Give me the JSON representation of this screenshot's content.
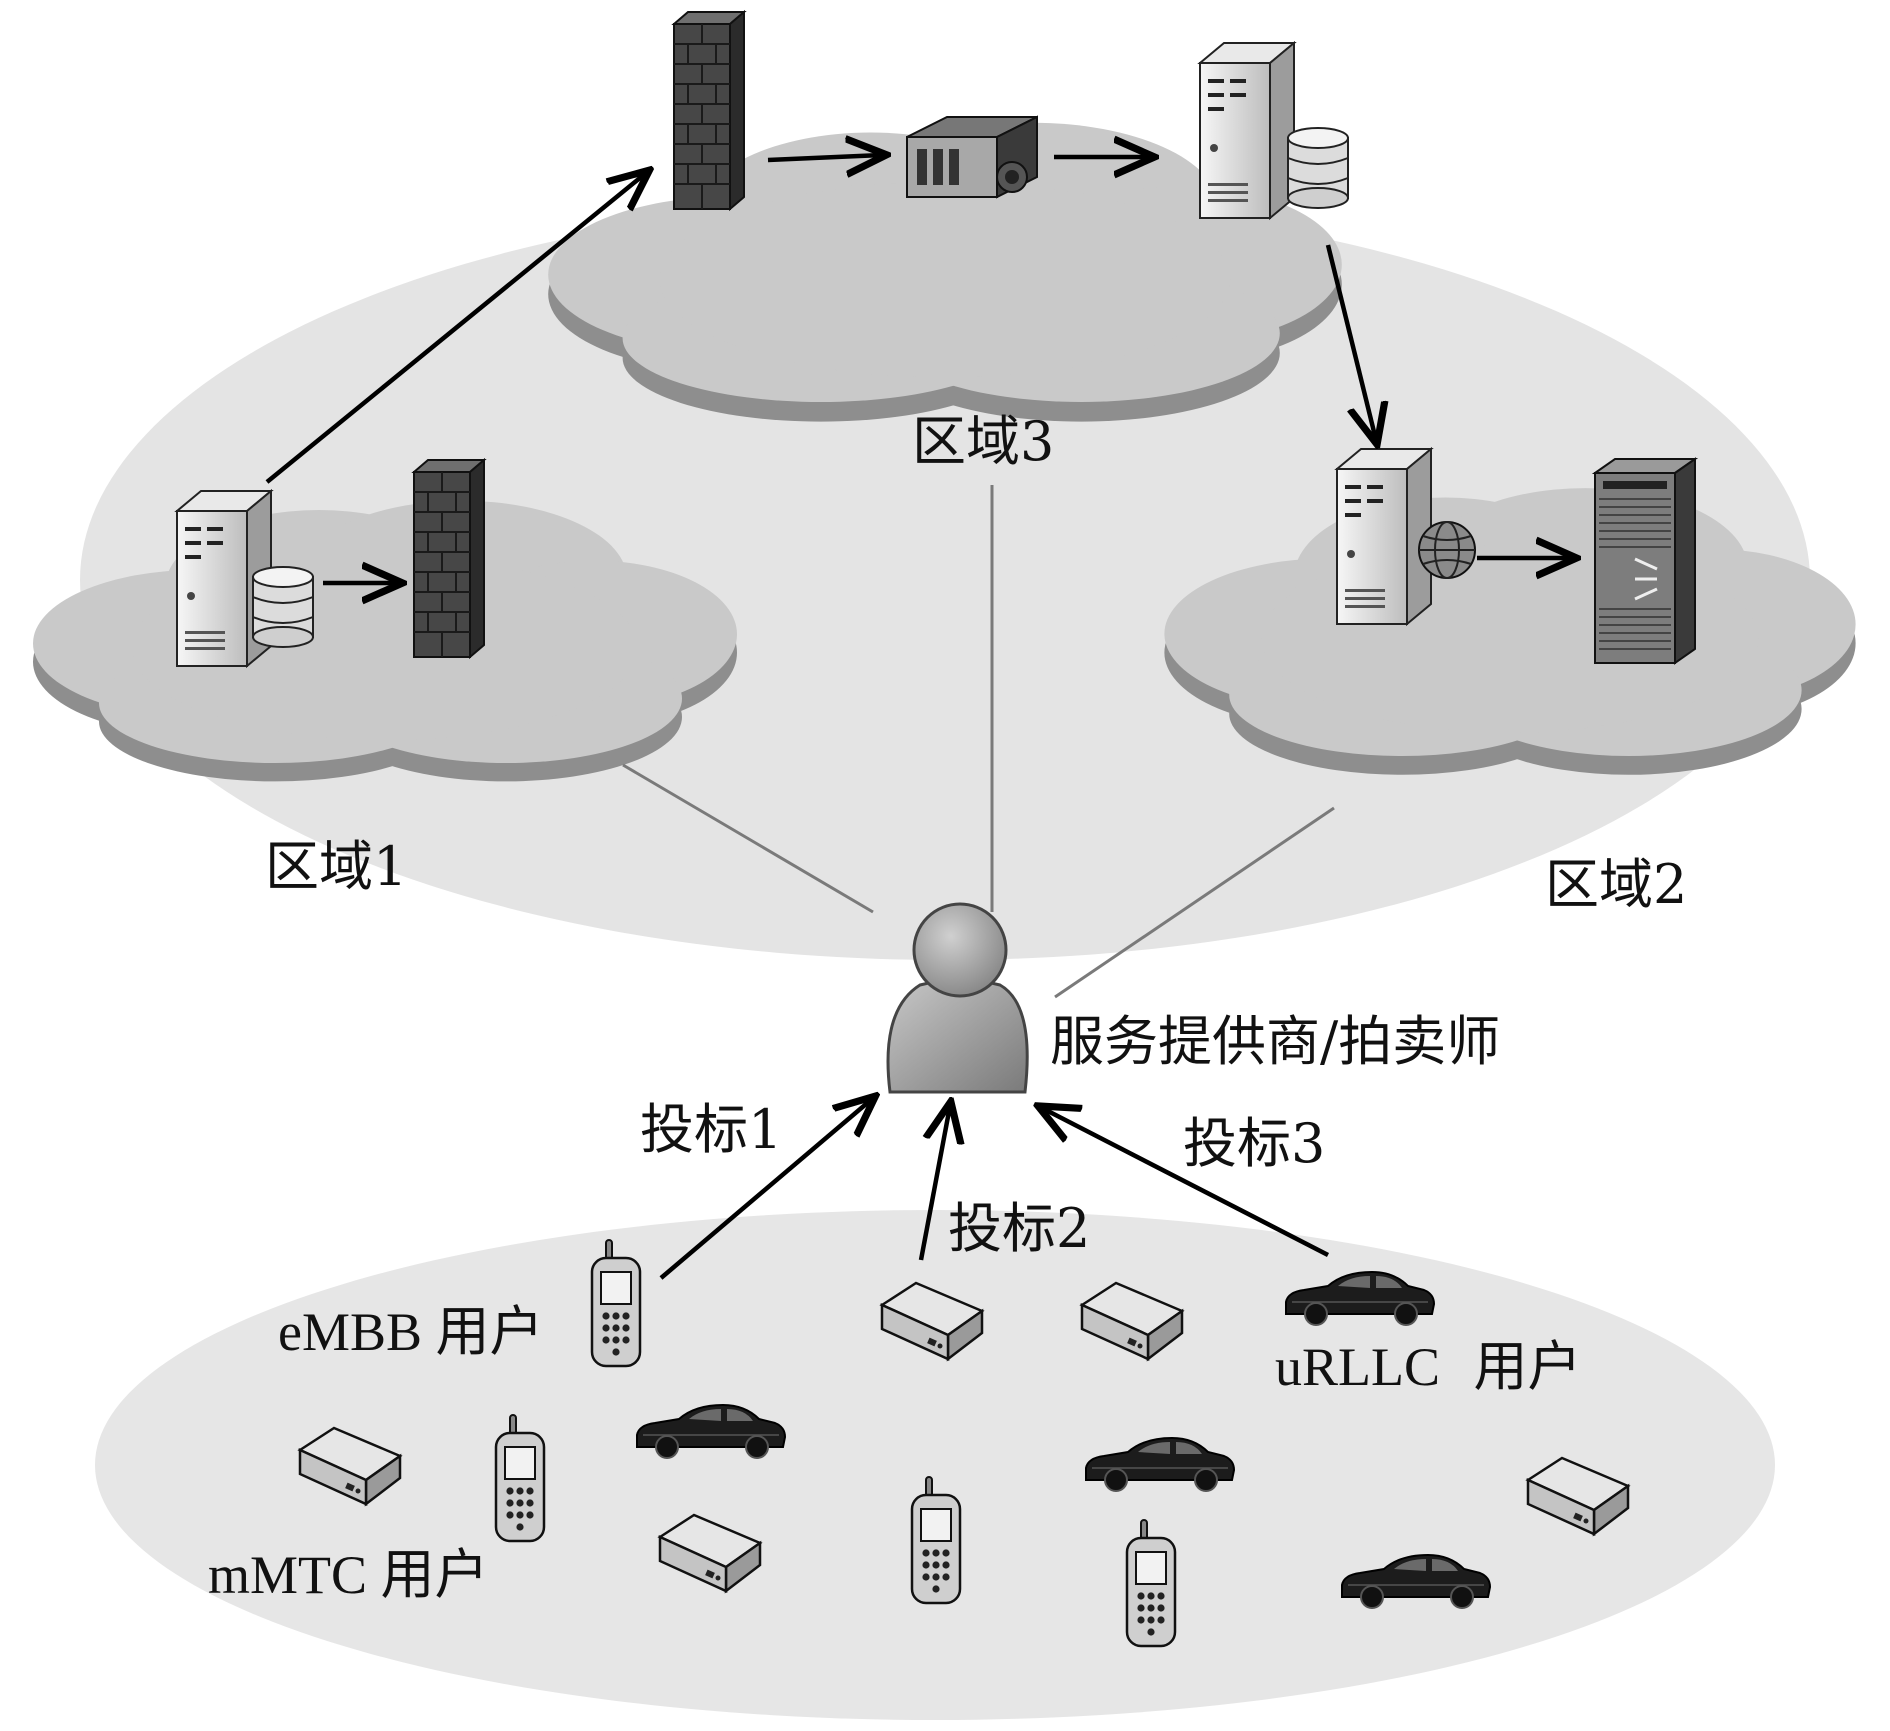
{
  "labels": {
    "region1": "区域1",
    "region2": "区域2",
    "region3": "区域3",
    "provider": "服务提供商/拍卖师",
    "bid1": "投标1",
    "bid2": "投标2",
    "bid3": "投标3",
    "embb_users": "eMBB 用户",
    "urllc_users": "uRLLC 用户",
    "mmtc_users": "mMTC 用户"
  },
  "colors": {
    "ellipse_fill": "#e4e4e4",
    "cloud_fill": "#c9c9c9",
    "cloud_shadow": "#8e8e8e",
    "arrow": "#000000",
    "link_line": "#7a7a7a"
  },
  "icons": {
    "server": "server-icon",
    "database": "database-icon",
    "firewall": "firewall-icon",
    "router": "router-icon",
    "globe": "globe-icon",
    "storage": "storage-array-icon",
    "person": "person-icon",
    "phone": "mobile-phone-icon",
    "sensor": "sensor-box-icon",
    "car": "car-icon"
  }
}
